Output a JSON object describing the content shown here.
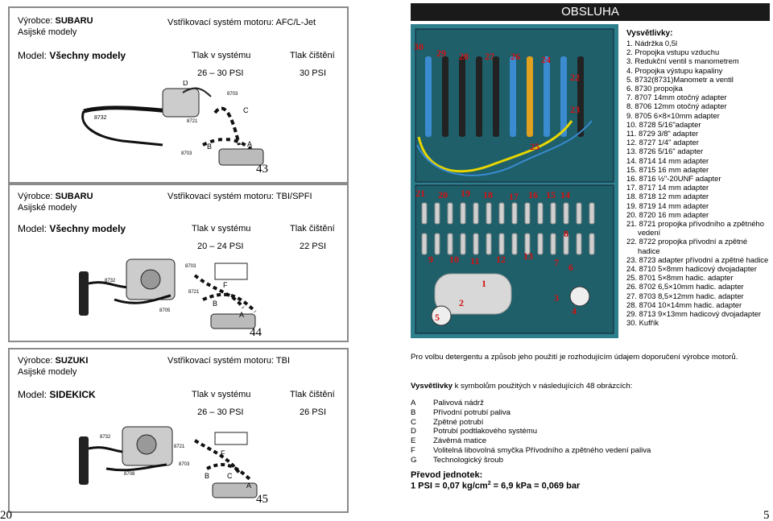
{
  "panels": [
    {
      "maker_label": "Výrobce:",
      "maker": "SUBARU",
      "region": "Asijské modely",
      "system_label": "Vstřikovací systém motoru:",
      "system": "AFC/L-Jet",
      "model_label": "Model:",
      "model": "Všechny modely",
      "pressure_label": "Tlak v systému",
      "clean_label": "Tlak čištění",
      "pressure": "26 – 30 PSI",
      "clean": "30 PSI",
      "figure": "43",
      "labels": [
        "8732",
        "D",
        "8703",
        "8721",
        "8703",
        "C",
        "B",
        "A"
      ]
    },
    {
      "maker_label": "Výrobce:",
      "maker": "SUBARU",
      "region": "Asijské modely",
      "system_label": "Vstřikovací systém motoru:",
      "system": "TBI/SPFI",
      "model_label": "Model:",
      "model": "Všechny modely",
      "pressure_label": "Tlak v systému",
      "clean_label": "Tlak čištění",
      "pressure": "20 – 24 PSI",
      "clean": "22 PSI",
      "figure": "44",
      "labels": [
        "8732",
        "8703",
        "8721",
        "8705",
        "F",
        "B",
        "A"
      ]
    },
    {
      "maker_label": "Výrobce:",
      "maker": "SUZUKI",
      "region": "Asijské modely",
      "system_label": "Vstřikovací systém motoru:",
      "system": "TBI",
      "model_label": "Model:",
      "model": "SIDEKICK",
      "pressure_label": "Tlak v systému",
      "clean_label": "Tlak čištění",
      "pressure": "26 – 30 PSI",
      "clean": "26 PSI",
      "figure": "45",
      "labels": [
        "8732",
        "8708",
        "8721",
        "8703",
        "F",
        "B",
        "C",
        "A"
      ]
    }
  ],
  "page_left": "20",
  "page_right": "5",
  "header": "OBSLUHA",
  "photo_numbers": [
    "30",
    "29",
    "28",
    "27",
    "26",
    "24",
    "22",
    "23",
    "25",
    "21",
    "20",
    "19",
    "18",
    "17",
    "16",
    "15",
    "14",
    "8",
    "9",
    "10",
    "11",
    "12",
    "13",
    "7",
    "6",
    "1",
    "4",
    "3",
    "2",
    "5"
  ],
  "legend_title": "Vysvětlivky:",
  "legend": [
    "1.  Nádržka 0,5l",
    "2.  Propojka vstupu vzduchu",
    "3.  Redukční ventil s manometrem",
    "4.  Propojka výstupu kapaliny",
    "5.  8732(8731)Manometr a ventil",
    "6.  8730 propojka",
    "7.  8707 14mm otočný adapter",
    "8.  8706 12mm otočný adapter",
    "9.  8705 6×8×10mm adapter",
    "10. 8728 5/16\"adapter",
    "11. 8729 3/8\" adapter",
    "12. 8727 1/4\" adapter",
    "13. 8726 5/16\" adapter",
    "14. 8714 14 mm adapter",
    "15. 8715 16 mm adapter",
    "16. 8716 ½\"-20UNF adapter",
    "17. 8717 14 mm adapter",
    "18. 8718 12 mm adapter",
    "19. 8719 14 mm adapter",
    "20. 8720 16 mm adapter",
    "21. 8721 propojka přívodního a zpětného vedení",
    "22. 8722 propojka přívodní a zpětné hadice",
    "23. 8723 adapter přívodní a zpětné hadice",
    "24. 8710 5×8mm hadicový dvojadapter",
    "25. 8701 5×8mm hadic. adapter",
    "26. 8702 6,5×10mm hadic. adapter",
    "27. 8703 8,5×12mm hadic. adapter",
    "28. 8704 10×14mm hadic. adapter",
    "29. 8713 9×13mm hadicový dvojadapter",
    "30. Kufřík"
  ],
  "intro": "Pro volbu detergentu a způsob jeho použití je rozhodujícím údajem doporučení výrobce motorů.",
  "symbols_title_bold": "Vysvětlivky",
  "symbols_title_rest": " k symbolům použitých v následujících 48 obrázcích:",
  "symbols": [
    {
      "k": "A",
      "v": "Palivová nádrž"
    },
    {
      "k": "B",
      "v": "Přívodní potrubí paliva"
    },
    {
      "k": "C",
      "v": "Zpětné potrubí"
    },
    {
      "k": "D",
      "v": "Potrubí podtlakového systému"
    },
    {
      "k": "E",
      "v": "Závěrná matice"
    },
    {
      "k": "F",
      "v": "Volitelná libovolná smyčka Přívodního a zpětného vedení paliva"
    },
    {
      "k": "G",
      "v": "Technologický šroub"
    }
  ],
  "conversion_title": "Převod jednotek:",
  "conversion_a": "1 PSI  = 0,07 kg/cm",
  "conversion_sup": "2",
  "conversion_b": "  =  6,9 kPa  = 0,069 bar"
}
